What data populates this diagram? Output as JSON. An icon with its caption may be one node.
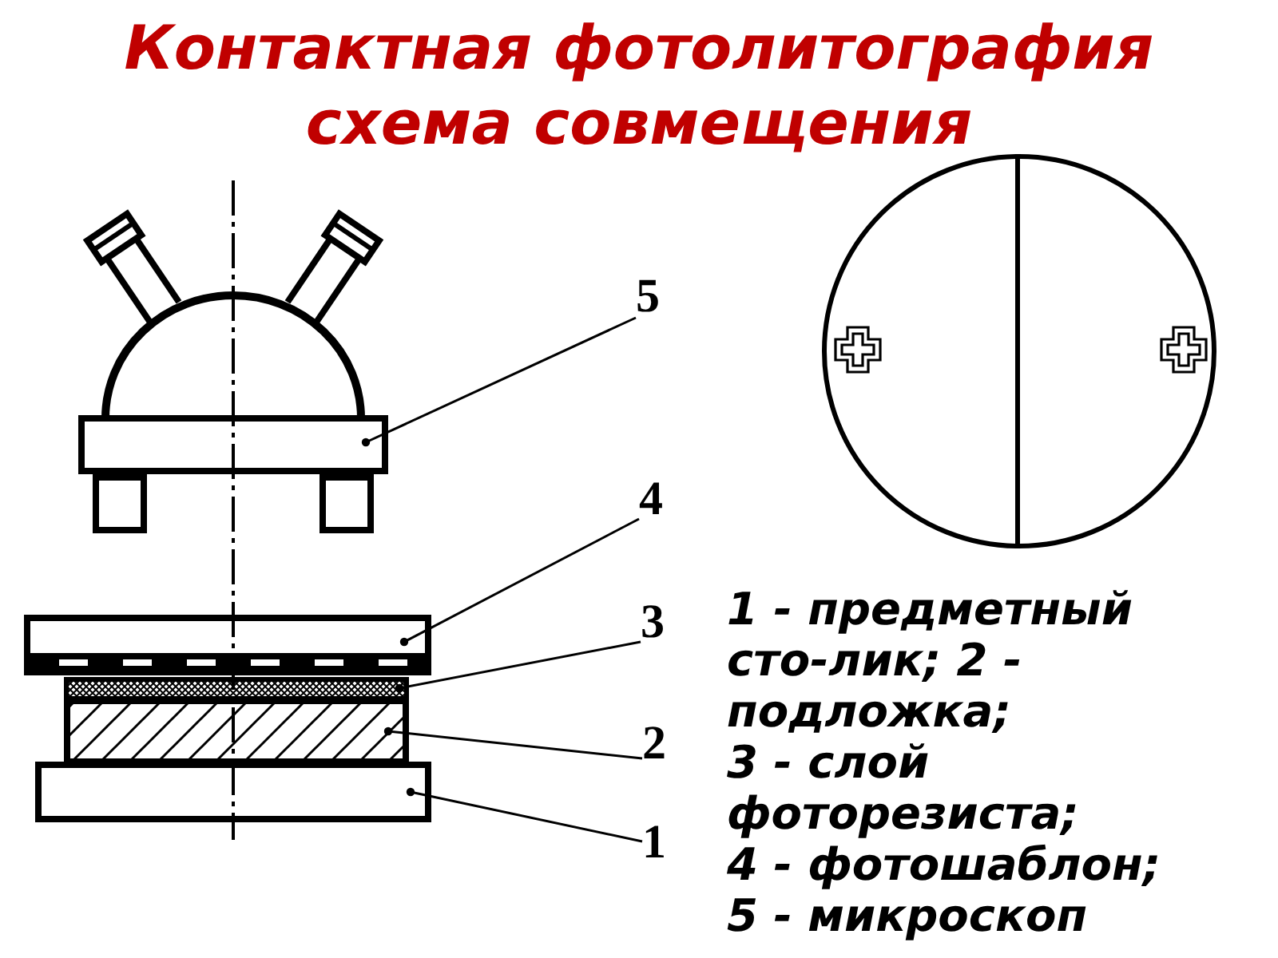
{
  "diagram": {
    "title": "Контактная фотолитография схема совмещения",
    "nodes": [
      {
        "text": [],
        "shape": "box"
      },
      {
        "text": [
          "5"
        ]
      },
      {
        "text": [],
        "shape": "box"
      },
      {
        "text": [
          "4"
        ]
      },
      {
        "text": [],
        "shape": "bar"
      },
      {
        "text": [
          "3"
        ]
      },
      {
        "text": [],
        "shape": "box"
      },
      {
        "text": [
          "2"
        ]
      },
      {
        "text": [],
        "shape": "box"
      },
      {
        "text": [
          "1"
        ]
      }
    ],
    "edges": [
      {
        "from": 1,
        "to": 0,
        "arrow": "other"
      },
      {
        "from": 3,
        "to": 2,
        "arrow": "other"
      },
      {
        "from": 5,
        "to": 4,
        "arrow": "other"
      },
      {
        "from": 7,
        "to": 6,
        "arrow": "other"
      },
      {
        "from": 9,
        "to": 8,
        "arrow": "other"
      }
    ],
    "labels": [
      "1 - предметный сто-лик; 2 - подложка;",
      "3 - слой фоторезиста;",
      "4 - фотошаблон;",
      "5 - микроскоп"
    ]
  }
}
